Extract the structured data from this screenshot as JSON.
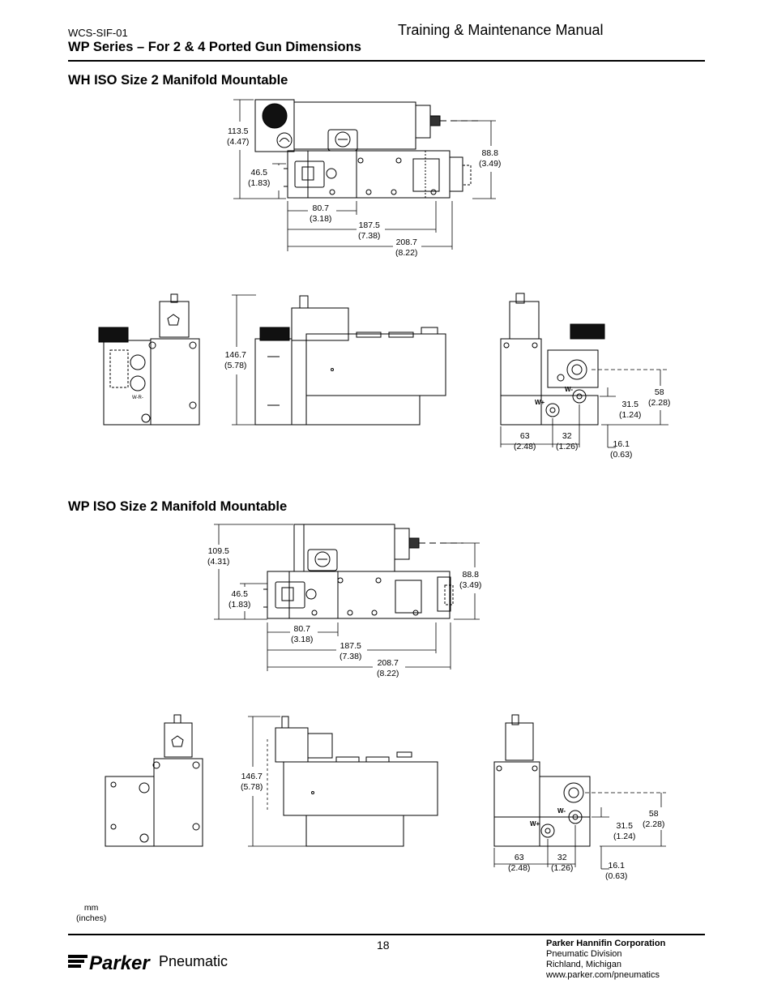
{
  "header": {
    "doc_code": "WCS-SIF-01",
    "manual_title": "Training & Maintenance Manual",
    "series_title": "WP Series – For 2 & 4 Ported Gun Dimensions"
  },
  "sections": [
    {
      "title": "WH ISO Size 2 Manifold Mountable",
      "top_dims": {
        "d113": [
          "113.5",
          "(4.47)"
        ],
        "d46": [
          "46.5",
          "(1.83)"
        ],
        "d88": [
          "88.8",
          "(3.49)"
        ],
        "d80": [
          "80.7",
          "(3.18)"
        ],
        "d187": [
          "187.5",
          "(7.38)"
        ],
        "d208": [
          "208.7",
          "(8.22)"
        ]
      },
      "side_dims": {
        "d146": [
          "146.7",
          "(5.78)"
        ],
        "d58": [
          "58",
          "(2.28)"
        ],
        "d31": [
          "31.5",
          "(1.24)"
        ],
        "d63": [
          "63",
          "(2.48)"
        ],
        "d32": [
          "32",
          "(1.26)"
        ],
        "d16": [
          "16.1",
          "(0.63)"
        ]
      },
      "port_labels": {
        "wplus": "W+",
        "wminus": "W-",
        "wr": "W-R-"
      }
    },
    {
      "title": "WP ISO Size 2 Manifold Mountable",
      "top_dims": {
        "d109": [
          "109.5",
          "(4.31)"
        ],
        "d46": [
          "46.5",
          "(1.83)"
        ],
        "d88": [
          "88.8",
          "(3.49)"
        ],
        "d80": [
          "80.7",
          "(3.18)"
        ],
        "d187": [
          "187.5",
          "(7.38)"
        ],
        "d208": [
          "208.7",
          "(8.22)"
        ]
      },
      "side_dims": {
        "d146": [
          "146.7",
          "(5.78)"
        ],
        "d58": [
          "58",
          "(2.28)"
        ],
        "d31": [
          "31.5",
          "(1.24)"
        ],
        "d63": [
          "63",
          "(2.48)"
        ],
        "d32": [
          "32",
          "(1.26)"
        ],
        "d16": [
          "16.1",
          "(0.63)"
        ]
      },
      "port_labels": {
        "wplus": "W+",
        "wminus": "W-"
      }
    }
  ],
  "units_note": [
    "mm",
    "(inches)"
  ],
  "footer": {
    "page_number": "18",
    "brand": "Parker",
    "brand_suffix": "Pneumatic",
    "corp_name": "Parker Hannifin Corporation",
    "division": "Pneumatic Division",
    "location": "Richland, Michigan",
    "website": "www.parker.com/pneumatics"
  }
}
